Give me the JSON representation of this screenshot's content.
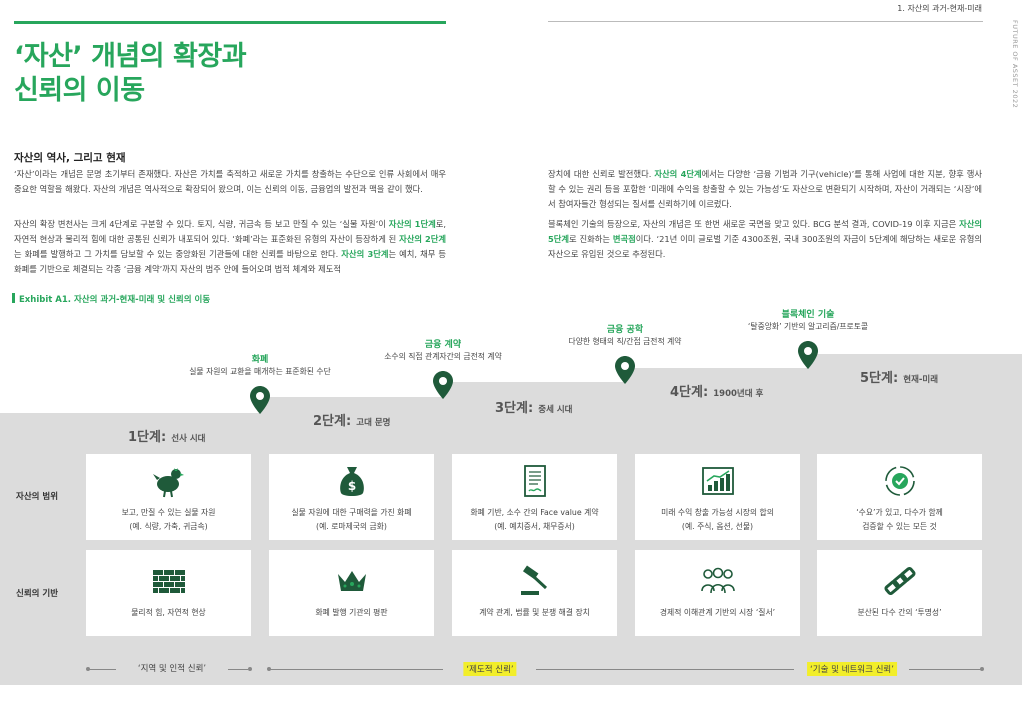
{
  "header": {
    "page_label": "1. 자산의 과거-현재-미래",
    "side_label": "FUTURE OF ASSET 2022"
  },
  "title_lines": [
    "‘자산’ 개념의 확장과",
    "신뢰의 이동"
  ],
  "section_heading": "자산의 역사, 그리고 현재",
  "colors": {
    "accent": "#27a65c",
    "dark_green": "#1f5a3a",
    "grey_band": "#dcdcdc",
    "highlight": "#f2ee2a"
  },
  "left_col": {
    "p1": "‘자산’이라는 개념은 문명 초기부터 존재했다. 자산은 가치를 축적하고 새로운 가치를 창출하는 수단으로 인류 사회에서 매우 중요한 역할을 해왔다. 자산의 개념은 역사적으로 확장되어 왔으며, 이는 신뢰의 이동, 금융업의 발전과 맥을 같이 했다.",
    "p2_a": "자산의 확장 변천사는 크게 4단계로 구분할 수 있다. 토지, 식량, 귀금속 등 보고 만질 수 있는 ‘실물 자원’이 ",
    "p2_b1": "자산의 1단계",
    "p2_c": "로, 자연적 현상과 물리적 힘에 대한 공통된 신뢰가 내포되어 있다. ‘화폐’라는 표준화된 유형의 자산이 등장하게 된 ",
    "p2_b2": "자산의 2단계",
    "p2_d": "는 화폐를 발행하고 그 가치를 담보할 수 있는 중앙화된 기관들에 대한 신뢰를 바탕으로 한다. ",
    "p2_b3": "자산의 3단계",
    "p2_e": "는 예치, 채무 등 화폐를 기반으로 체결되는 각종 ‘금융 계약’까지 자산의 범주 안에 들어오며 법적 체계와 제도적"
  },
  "right_col": {
    "p1_a": "장치에 대한 신뢰로 발전했다. ",
    "p1_b": "자산의 4단계",
    "p1_c": "에서는 다양한 ‘금융 기법과 기구(vehicle)’를 통해 사업에 대한 지분, 향후 행사할 수 있는 권리 등을 포함한 ‘미래에 수익을 창출할 수 있는 가능성’도 자산으로 변환되기 시작하며, 자산이 거래되는 ‘시장’에서 참여자들간 형성되는 질서를 신뢰하기에 이르렀다.",
    "p2_a": "블록체인 기술의 등장으로, 자산의 개념은 또 한번 새로운 국면을 맞고 있다. BCG 분석 결과, COVID-19 이후 지금은 ",
    "p2_b": "자산의 5단계",
    "p2_c": "로 진화하는 ",
    "p2_d": "변곡점",
    "p2_e": "이다. ‘21년 이미 글로벌 기준 4300조원, 국내 300조원의 자금이 5단계에 해당하는 새로운 유형의 자산으로 유입된 것으로 추정된다."
  },
  "exhibit_title": "Exhibit A1. 자산의 과거-현재-미래 및 신뢰의 이동",
  "stages": [
    {
      "name": "화폐",
      "desc": "실물 자원의 교환을 매개하는 표준화된 수단"
    },
    {
      "name": "금융 계약",
      "desc": "소수의 직접 관계자간의 금전적 계약"
    },
    {
      "name": "금융 공학",
      "desc": "다양한 형태의 직/간접 금전적 계약"
    },
    {
      "name": "블록체인 기술",
      "desc": "‘탈중앙화’ 기반의 알고리즘/프로토콜"
    }
  ],
  "eras": [
    {
      "num": "1단계:",
      "desc": "선사 시대"
    },
    {
      "num": "2단계:",
      "desc": "고대 문명"
    },
    {
      "num": "3단계:",
      "desc": "중세 시대"
    },
    {
      "num": "4단계:",
      "desc": "1900년대 후"
    },
    {
      "num": "5단계:",
      "desc": "현재-미래"
    }
  ],
  "row_labels": {
    "assets": "자산의 범위",
    "trust": "신뢰의 기반"
  },
  "asset_cards": [
    {
      "icon": "chicken-icon",
      "line1": "보고, 만질 수 있는 실물 자원",
      "line2": "(예. 식량, 가축, 귀금속)"
    },
    {
      "icon": "money-bag-icon",
      "line1": "실물 자원에 대한 구매력을 가진 화폐",
      "line2": "(예. 로마제국의 금화)"
    },
    {
      "icon": "contract-document-icon",
      "line1": "화폐 기반, 소수 간의 Face value 계약",
      "line2": "(예. 예치증서, 채무증서)"
    },
    {
      "icon": "growth-chart-icon",
      "line1": "미래 수익 창출 가능성 시장의 합의",
      "line2": "(예. 주식, 옵션, 선물)"
    },
    {
      "icon": "cycle-check-icon",
      "line1": "‘수요’가 있고, 다수가 함께",
      "line2": "검증할 수 있는 모든 것"
    }
  ],
  "trust_cards": [
    {
      "icon": "brick-wall-icon",
      "text": "물리적 힘, 자연적 현상"
    },
    {
      "icon": "crown-icon",
      "text": "화폐 발행 기관의 평판"
    },
    {
      "icon": "gavel-icon",
      "text": "계약 관계, 법률 및 분쟁 해결 장치"
    },
    {
      "icon": "people-group-icon",
      "text": "경제적 이해관계 기반의 시장 ‘질서’"
    },
    {
      "icon": "chain-link-icon",
      "text": "분산된 다수 간의 ‘투명성’"
    }
  ],
  "trust_timeline": [
    "‘지역 및 인적 신뢰’",
    "‘제도적 신뢰’",
    "‘기술 및 네트워크 신뢰’"
  ]
}
